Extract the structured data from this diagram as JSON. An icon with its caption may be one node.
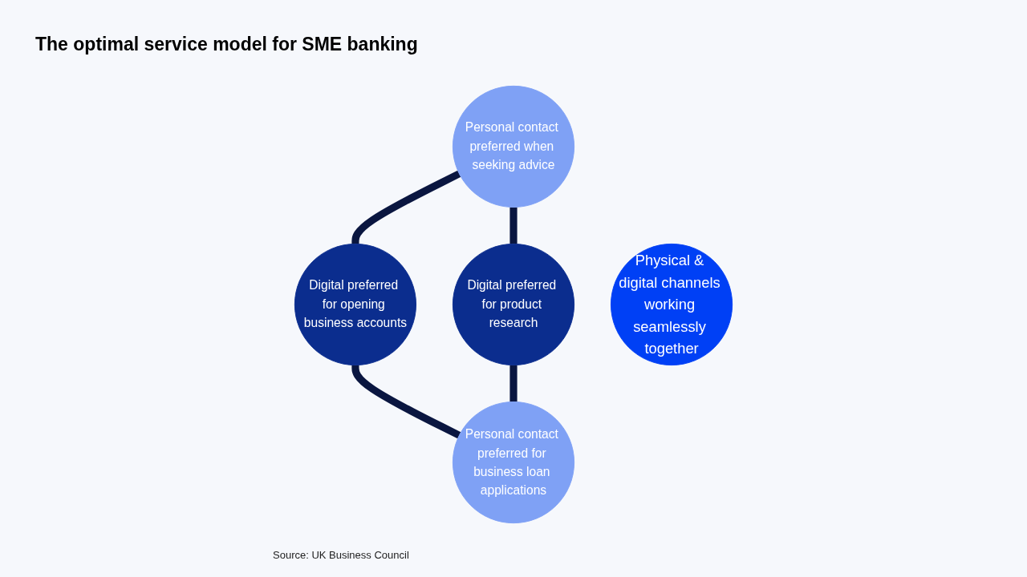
{
  "diagram": {
    "title": "The optimal service model for SME banking",
    "caption": "Source: UK Business Council",
    "nodes": [
      {
        "text": [
          "Personal contact preferred when seeking advice"
        ]
      },
      {
        "text": [
          "Digital preferred for opening business accounts"
        ]
      },
      {
        "text": [
          "Physical & digital channels working seamlessly together"
        ]
      },
      {
        "text": [
          "Digital preferred for product research"
        ]
      },
      {
        "text": [
          "Personal contact preferred for business loan applications"
        ]
      }
    ],
    "edges": [
      {
        "from": 0,
        "to": 1,
        "arrow": "none"
      },
      {
        "from": 0,
        "to": 3,
        "arrow": "none"
      },
      {
        "from": 1,
        "to": 4,
        "arrow": "none"
      },
      {
        "from": 3,
        "to": 4,
        "arrow": "none"
      }
    ]
  }
}
